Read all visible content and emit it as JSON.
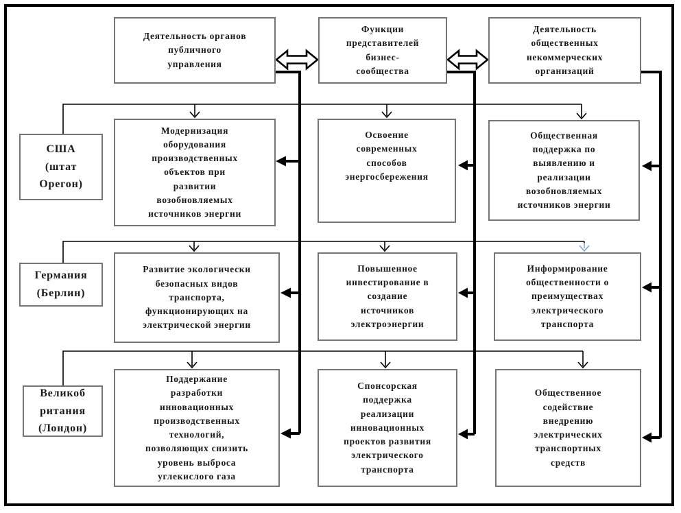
{
  "colors": {
    "line": "#000000",
    "box_border": "#757575",
    "text": "#1b1b1b",
    "blue_arrow": "#7ea6d8",
    "background": "#ffffff"
  },
  "top_boxes": [
    {
      "label": "Деятельность органов\nпубличного\nуправления"
    },
    {
      "label": "Функции\nпредставителей\nбизнес-\nсообщества"
    },
    {
      "label": "Деятельность\nобщественных\nнекоммерческих\nорганизаций"
    }
  ],
  "countries": [
    {
      "label": "США\n(штат\nОрегон)"
    },
    {
      "label": "Германия\n(Берлин)"
    },
    {
      "label": "Великоб\nритания\n(Лондон)"
    }
  ],
  "measures": [
    {
      "cells": [
        "Модернизация\nоборудования\nпроизводственных\nобъектов при\nразвитии\nвозобновляемых\nисточников энергии",
        "Освоение\nсовременных\nспособов\nэнергосбережения",
        "Общественная\nподдержка по\nвыявлению и\nреализации\nвозобновляемых\nисточников энергии"
      ]
    },
    {
      "cells": [
        "Развитие экологически\nбезопасных видов\nтранспорта,\nфункционирующих на\nэлектрической энергии",
        "Повышенное\nинвестирование в\nсоздание\nисточников\nэлектроэнергии",
        "Информирование\nобщественности о\nпреимуществах\nэлектрического\nтранспорта"
      ]
    },
    {
      "cells": [
        "Поддержание\nразработки\nинновационных\nпроизводственных\nтехнологий,\nпозволяющих снизить\nуровень выброса\nуглекислого газа",
        "Спонсорская\nподдержка\nреализации\nинновационных\nпроектов развития\nэлектрического\nтранспорта",
        "Общественное\nсодействие\nвнедрению\nэлектрических\nтранспортных\nсредств"
      ]
    }
  ]
}
